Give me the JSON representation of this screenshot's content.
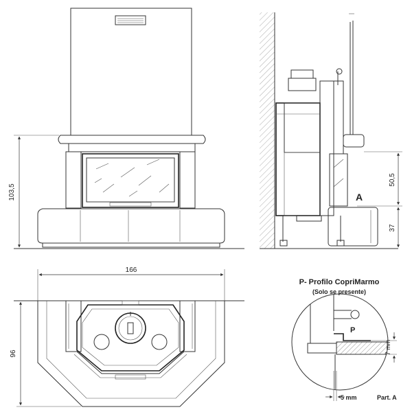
{
  "front_view": {
    "height_dim": "103,5"
  },
  "side_view": {
    "dim_upper": "50,5",
    "dim_lower": "37",
    "detail_marker": "A"
  },
  "plan_view": {
    "width_dim": "166",
    "depth_dim": "96"
  },
  "detail": {
    "title_line1": "P- Profilo CopriMarmo",
    "title_line2": "(Solo se presente)",
    "marker": "P",
    "dim_vertical": "7 mm",
    "dim_horizontal": "5 mm",
    "caption": "Part. A"
  }
}
